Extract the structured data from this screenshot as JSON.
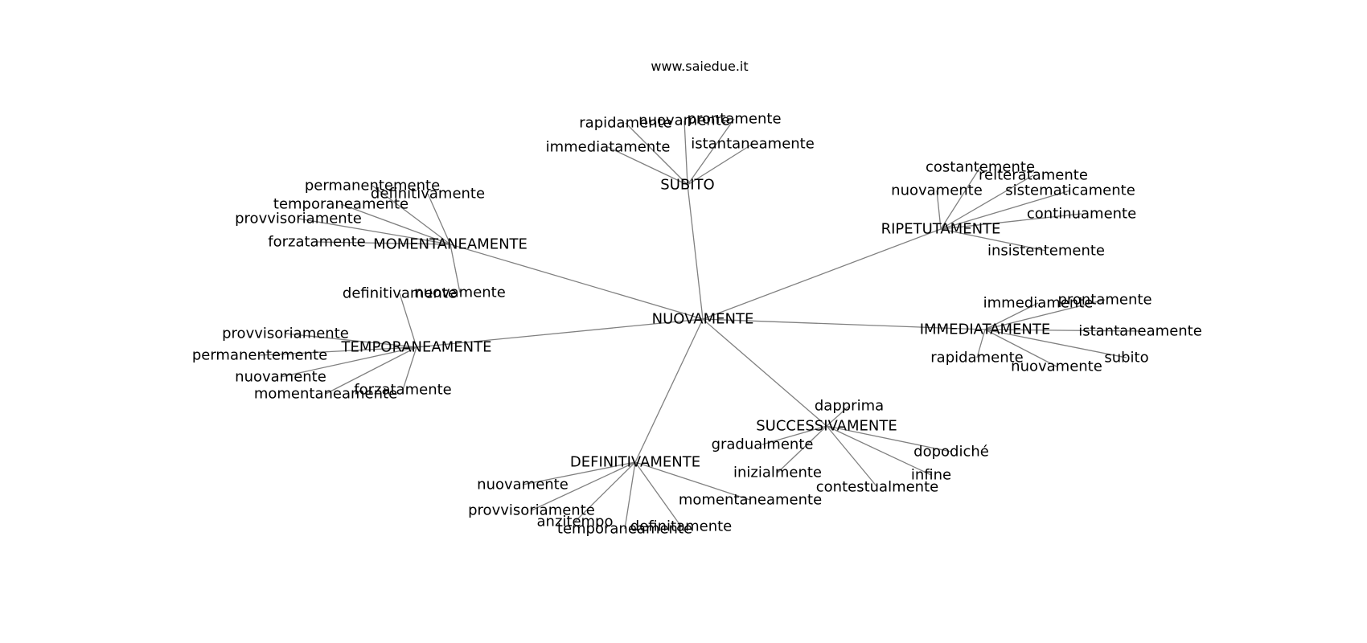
{
  "site_label": "www.saiedue.it",
  "graph": {
    "root": "NUOVAMENTE",
    "clusters": [
      {
        "hub": "SUBITO",
        "leaves": [
          "rapidamente",
          "nuovamente",
          "prontamente",
          "immediatamente",
          "istantaneamente"
        ]
      },
      {
        "hub": "RIPETUTAMENTE",
        "leaves": [
          "costantemente",
          "reiteratamente",
          "nuovamente",
          "sistematicamente",
          "continuamente",
          "insistentemente"
        ]
      },
      {
        "hub": "MOMENTANEAMENTE",
        "leaves": [
          "permanentemente",
          "definitivamente",
          "temporaneamente",
          "provvisoriamente",
          "forzatamente",
          "nuovamente"
        ]
      },
      {
        "hub": "IMMEDIATAMENTE",
        "leaves": [
          "immediamente",
          "prontamente",
          "istantaneamente",
          "rapidamente",
          "nuovamente",
          "subito"
        ]
      },
      {
        "hub": "TEMPORANEAMENTE",
        "leaves": [
          "definitivamente",
          "provvisoriamente",
          "permanentemente",
          "nuovamente",
          "momentaneamente",
          "forzatamente"
        ]
      },
      {
        "hub": "SUCCESSIVAMENTE",
        "leaves": [
          "dapprima",
          "gradualmente",
          "dopodiché",
          "inizialmente",
          "infine",
          "contestualmente"
        ]
      },
      {
        "hub": "DEFINITIVAMENTE",
        "leaves": [
          "nuovamente",
          "provvisoriamente",
          "momentaneamente",
          "anzitempo",
          "definitamente",
          "temporaneamente"
        ]
      }
    ]
  }
}
